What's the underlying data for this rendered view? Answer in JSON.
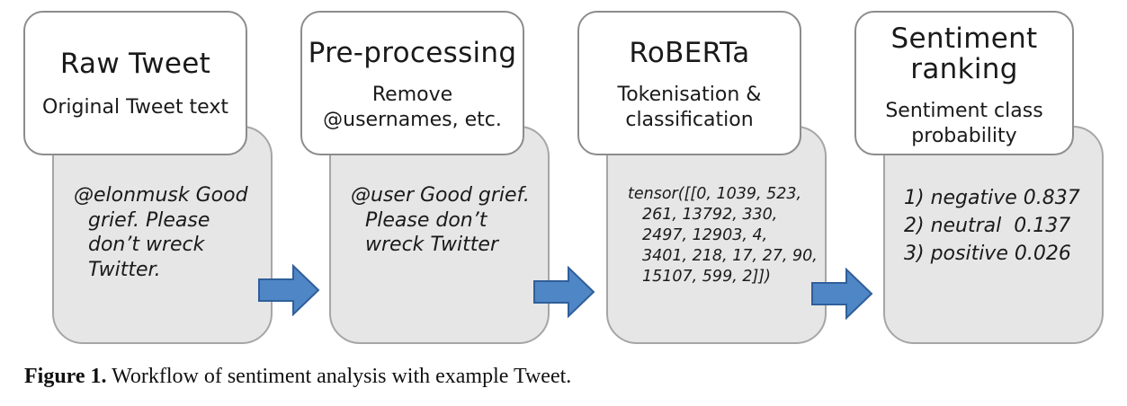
{
  "stages": [
    {
      "title": [
        "Raw Tweet"
      ],
      "subtitle": [
        "Original Tweet text"
      ],
      "detail": [
        "@elonmusk Good",
        "grief. Please",
        "don’t wreck",
        "Twitter."
      ]
    },
    {
      "title": [
        "Pre-processing"
      ],
      "subtitle": [
        "Remove",
        "@usernames, etc."
      ],
      "detail": [
        "@user Good grief.",
        "Please don’t",
        "wreck Twitter"
      ]
    },
    {
      "title": [
        "RoBERTa"
      ],
      "subtitle": [
        "Tokenisation &",
        "classification"
      ],
      "detail": [
        "tensor([[0, 1039, 523,",
        "261, 13792, 330,",
        "2497, 12903, 4,",
        "3401, 218, 17, 27, 90,",
        "15107, 599, 2]])"
      ]
    },
    {
      "title": [
        "Sentiment",
        "ranking"
      ],
      "subtitle": [
        "Sentiment class",
        "probability"
      ],
      "detail": [
        "1) negative 0.837",
        "2) neutral  0.137",
        "3) positive 0.026"
      ]
    }
  ],
  "caption": {
    "label": "Figure 1.",
    "text": " Workflow of sentiment analysis with example Tweet."
  },
  "colors": {
    "arrow_fill": "#4f86c6",
    "arrow_stroke": "#2f5f9a",
    "detail_fill": "#e6e6e6",
    "header_fill": "#ffffff"
  }
}
